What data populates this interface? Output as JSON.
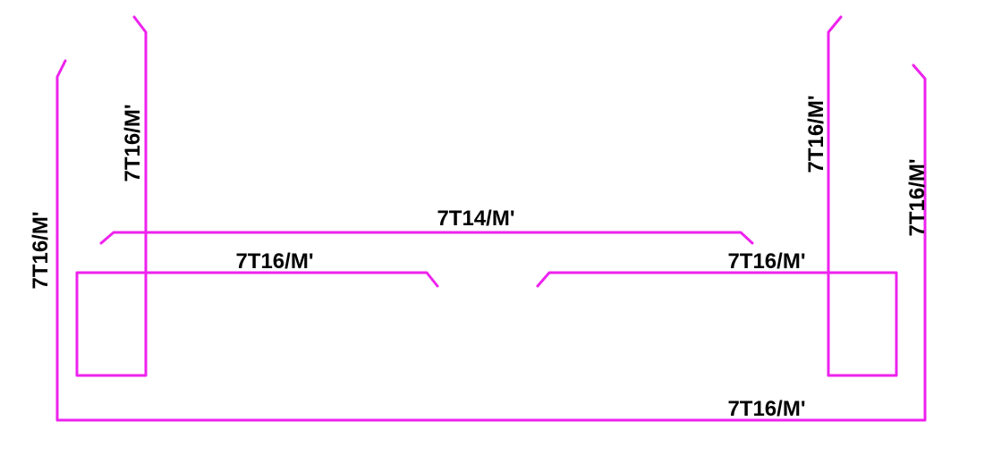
{
  "colors": {
    "rebar": "#ee22ee",
    "label": "#000000",
    "background": "#ffffff"
  },
  "labels": {
    "left_outer_vertical": "7T16/M'",
    "left_inner_vertical": "7T16/M'",
    "right_inner_vertical": "7T16/M'",
    "right_outer_vertical": "7T16/M'",
    "top_long_bar": "7T14/M'",
    "left_short_bar": "7T16/M'",
    "right_short_bar": "7T16/M'",
    "bottom_bar": "7T16/M'"
  }
}
